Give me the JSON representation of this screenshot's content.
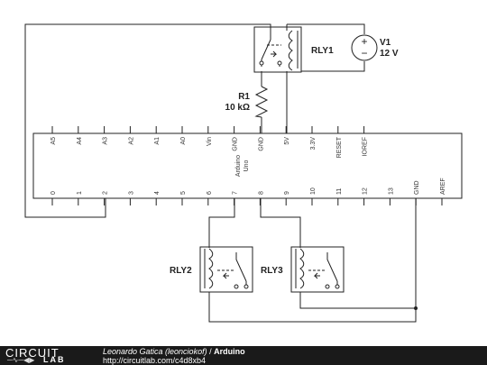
{
  "relays": {
    "rly1": {
      "label": "RLY1"
    },
    "rly2": {
      "label": "RLY2"
    },
    "rly3": {
      "label": "RLY3"
    }
  },
  "source": {
    "name": "V1",
    "value": "12 V"
  },
  "resistor": {
    "name": "R1",
    "value": "10 kΩ"
  },
  "arduino": {
    "name_line1": "Arduino",
    "name_line2": "Uno",
    "top_pins": [
      "A5",
      "A4",
      "A3",
      "A2",
      "A1",
      "A0",
      "Vin",
      "GND",
      "GND",
      "5V",
      "3.3V",
      "RESET",
      "IOREF"
    ],
    "bottom_pins": [
      "0",
      "1",
      "2",
      "3",
      "4",
      "5",
      "6",
      "7",
      "8",
      "9",
      "10",
      "11",
      "12",
      "13",
      "GND",
      "AREF"
    ]
  },
  "footer": {
    "logo_word": "CIRCUIT",
    "logo_sub": "LAB",
    "author": "Leonardo Gatica (leonciokof)",
    "separator": " / ",
    "title": "Arduino",
    "url": "http://circuitlab.com/c4d8xb4"
  }
}
